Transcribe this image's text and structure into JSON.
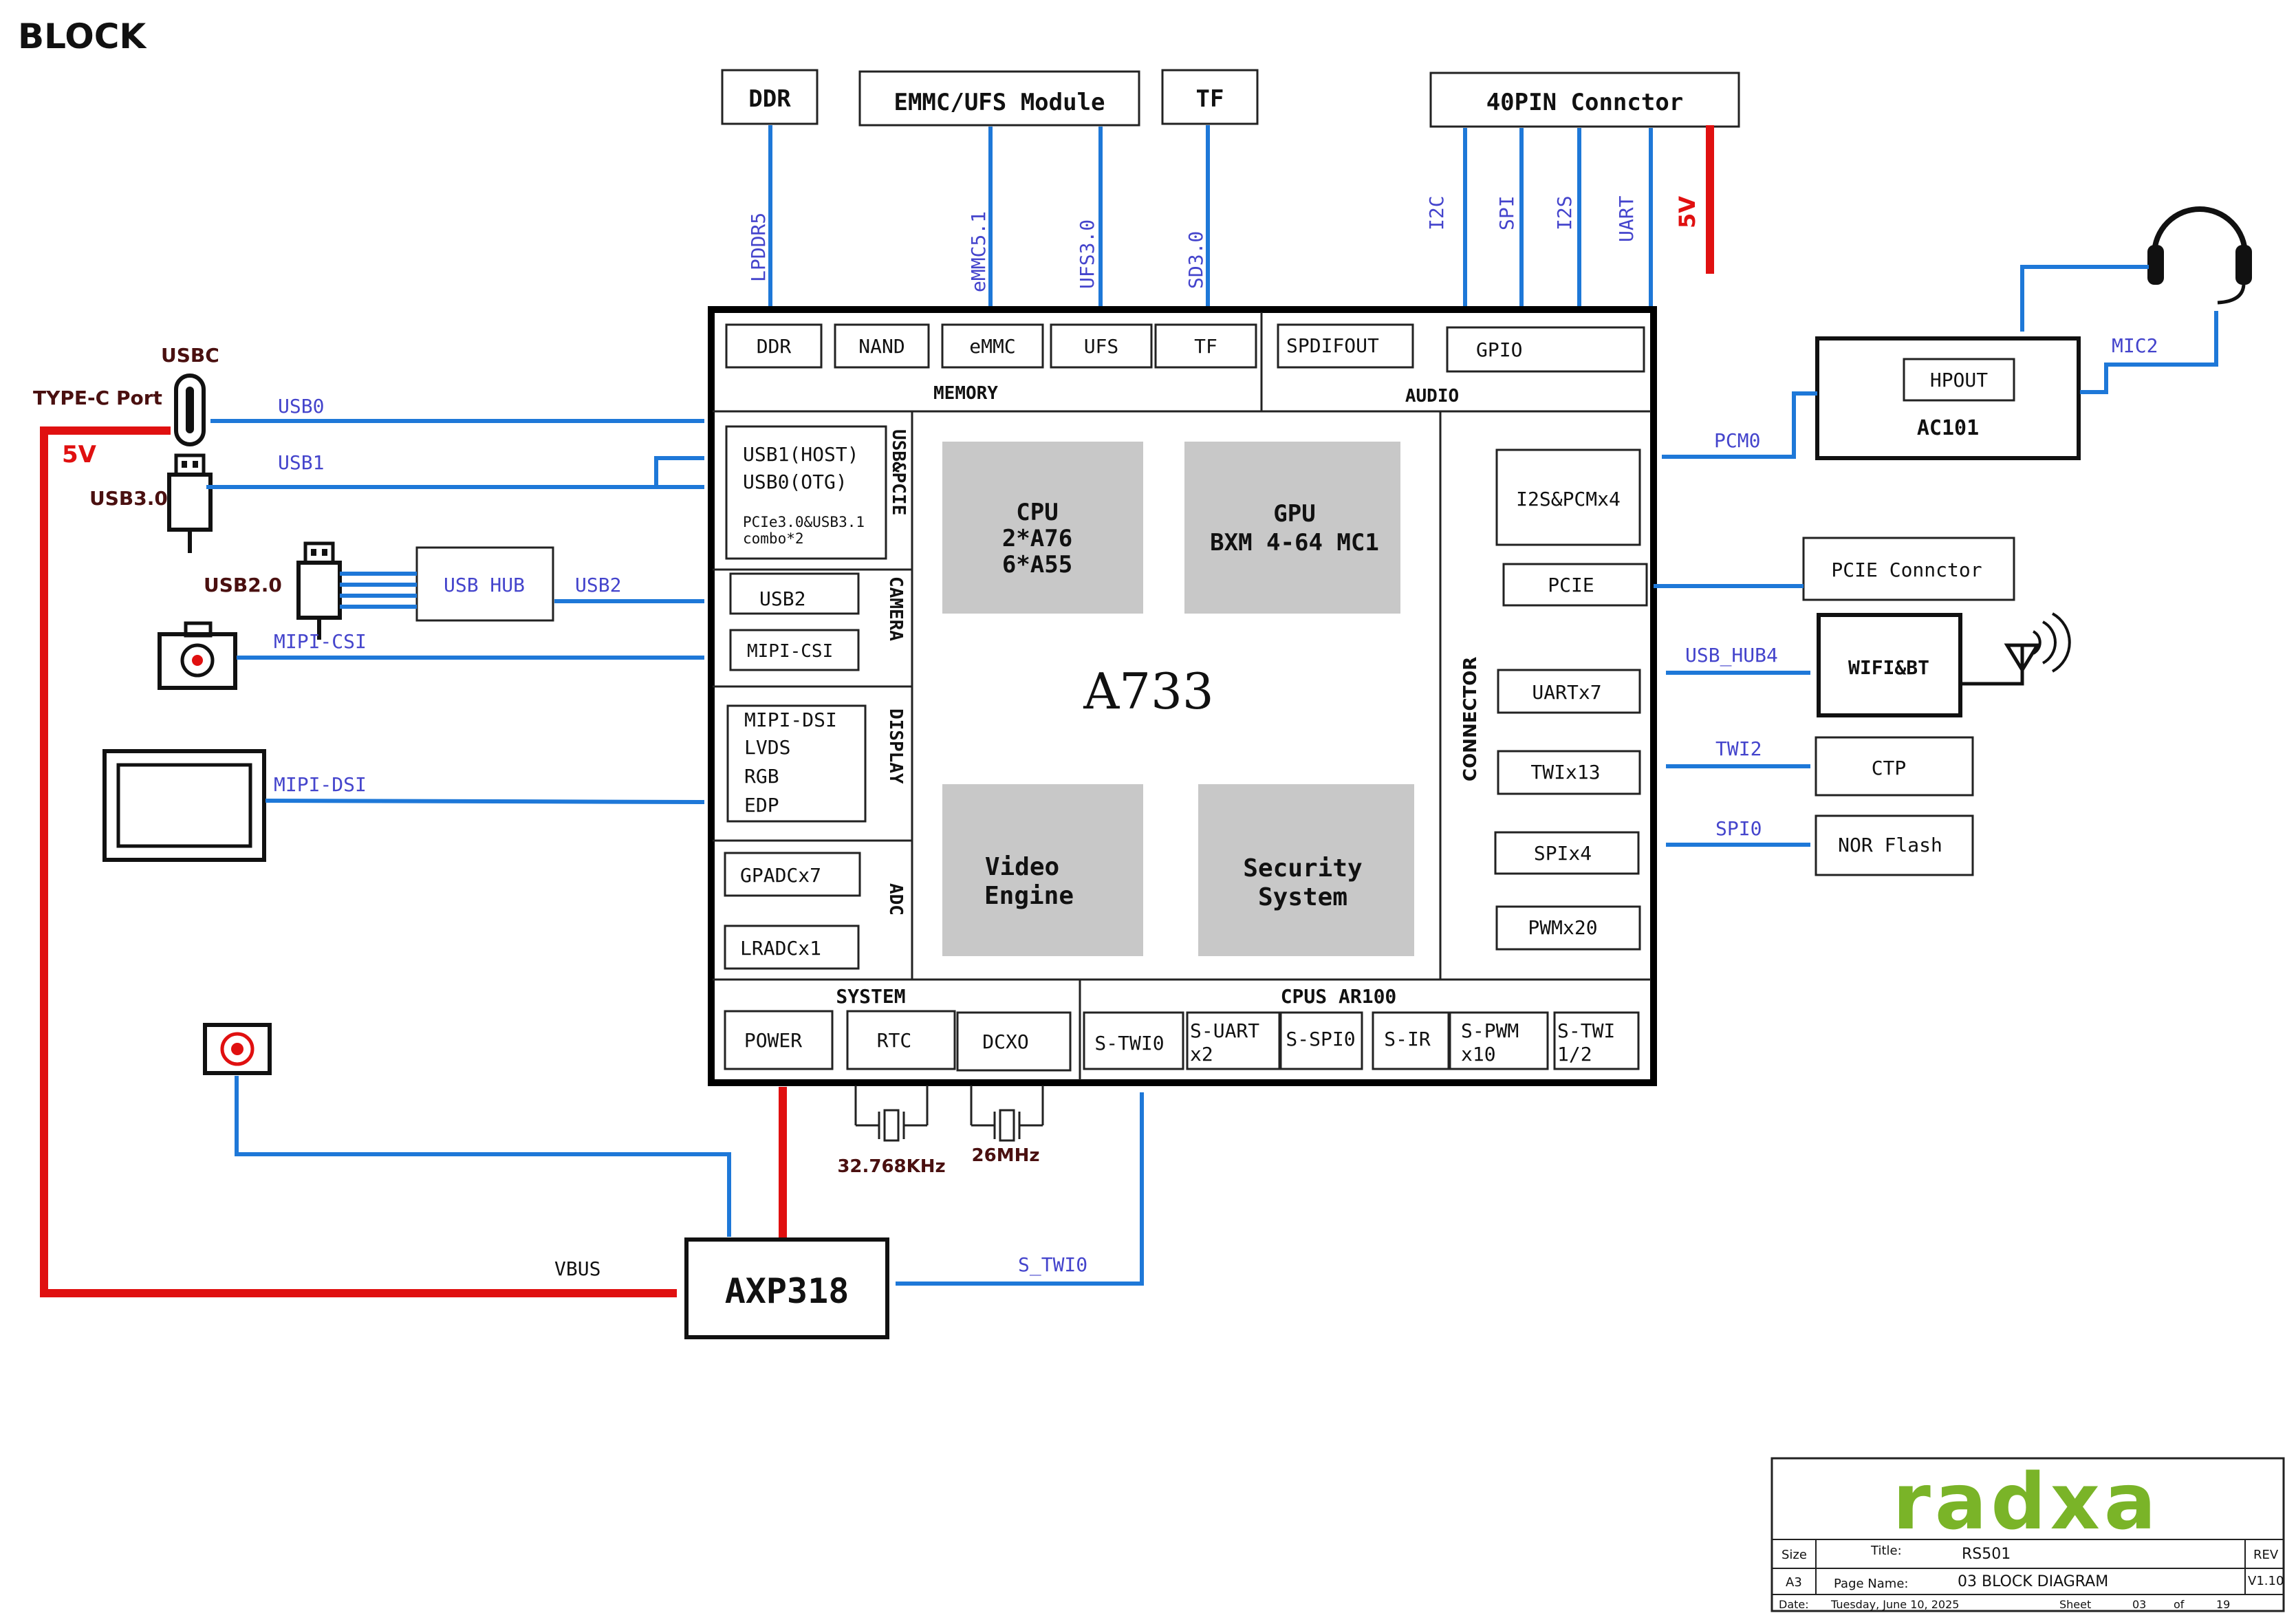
{
  "page": {
    "title": "BLOCK"
  },
  "top": {
    "ddr": "DDR",
    "emmc_ufs": "EMMC/UFS Module",
    "tf": "TF",
    "pin40": "40PIN Connctor",
    "lpddr5": "LPDDR5",
    "emmc51": "eMMC5.1",
    "ufs30": "UFS3.0",
    "sd30": "SD3.0",
    "i2c": "I2C",
    "spi": "SPI",
    "i2s": "I2S",
    "uart": "UART",
    "v5": "5V"
  },
  "soc": {
    "name": "A733",
    "memory": {
      "title": "MEMORY",
      "items": [
        "DDR",
        "NAND",
        "eMMC",
        "UFS",
        "TF"
      ]
    },
    "audio": {
      "title": "AUDIO",
      "items": [
        "SPDIFOUT",
        "GPIO"
      ]
    },
    "usbpcie": {
      "title": "USB&PCIE",
      "lines": [
        "USB1(HOST)",
        "USB0(OTG)",
        "PCIe3.0&USB3.1",
        "combo*2"
      ]
    },
    "camera": {
      "title": "CAMERA",
      "items": [
        "USB2",
        "MIPI-CSI"
      ]
    },
    "display": {
      "title": "DISPLAY",
      "lines": [
        "MIPI-DSI",
        "LVDS",
        "RGB",
        "EDP"
      ]
    },
    "adc": {
      "title": "ADC",
      "items": [
        "GPADCx7",
        "LRADCx1"
      ]
    },
    "cpu": [
      "CPU",
      "2*A76",
      "6*A55"
    ],
    "gpu": [
      "GPU",
      "BXM 4-64 MC1"
    ],
    "video": [
      "Video",
      "Engine"
    ],
    "security": [
      "Security",
      "System"
    ],
    "connector": {
      "title": "CONNECTOR",
      "items": [
        "I2S&PCMx4",
        "PCIE",
        "UARTx7",
        "TWIx13",
        "SPIx4",
        "PWMx20"
      ]
    },
    "system": {
      "title": "SYSTEM",
      "items": [
        "POWER",
        "RTC",
        "DCXO"
      ]
    },
    "cpus": {
      "title": "CPUS AR100",
      "items": [
        "S-TWI0",
        "S-UART",
        "x2",
        "S-SPI0",
        "S-IR",
        "S-PWM",
        "x10",
        "S-TWI",
        "1/2"
      ]
    }
  },
  "left": {
    "usbc": "USBC",
    "typec": "TYPE-C Port",
    "v5": "5V",
    "usb30": "USB3.0",
    "usb20": "USB2.0",
    "usb0": "USB0",
    "usb1": "USB1",
    "usbhub": "USB HUB",
    "usb2": "USB2",
    "mipicsi": "MIPI-CSI",
    "mipidsi": "MIPI-DSI"
  },
  "right": {
    "hpout": "HPOUT",
    "ac101": "AC101",
    "mic2": "MIC2",
    "pcm0": "PCM0",
    "pcie_conn": "PCIE Connctor",
    "usb_hub4": "USB_HUB4",
    "wifibt": "WIFI&BT",
    "twi2": "TWI2",
    "ctp": "CTP",
    "spi0": "SPI0",
    "norflash": "NOR Flash"
  },
  "bottom": {
    "xtal1": "32.768KHz",
    "xtal2": "26MHz",
    "axp": "AXP318",
    "vbus": "VBUS",
    "stwi0": "S_TWI0"
  },
  "titleblock": {
    "logo": "radxa",
    "size_label": "Size",
    "size": "A3",
    "title_label": "Title:",
    "title": "RS501",
    "rev_label": "REV",
    "rev": "V1.10",
    "pagename_label": "Page Name:",
    "pagename": "03 BLOCK DIAGRAM",
    "date_label": "Date:",
    "date": "Tuesday, June 10, 2025",
    "sheet_label": "Sheet",
    "sheet": "03",
    "of_label": "of",
    "total": "19"
  },
  "colors": {
    "bus_blue": "#1e78d8",
    "power_red": "#e01010",
    "label_blue": "#4444cc",
    "block_gray": "#c8c8c8",
    "logo_green": "#7ab428"
  }
}
